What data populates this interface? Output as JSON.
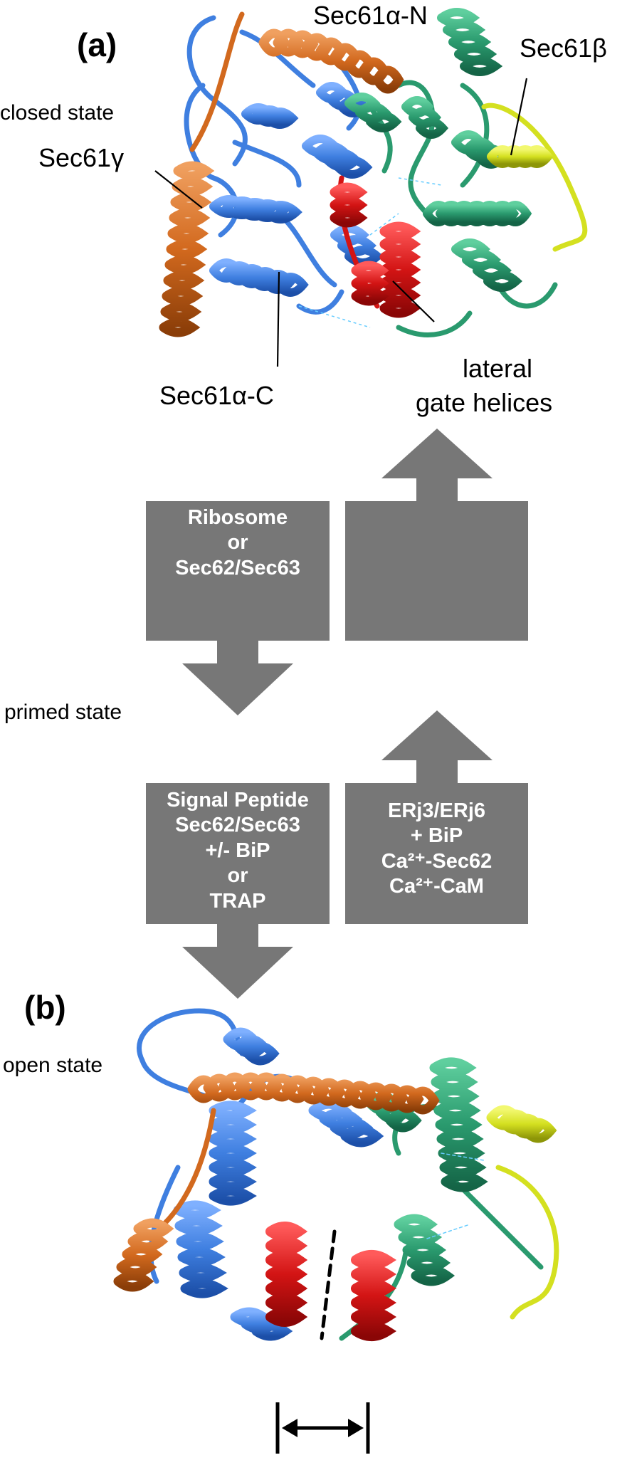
{
  "panel_a": {
    "letter": "(a)",
    "state": "closed state",
    "labels": {
      "sec61_alpha_n": "Sec61α-N",
      "sec61_beta": "Sec61β",
      "sec61_gamma": "Sec61γ",
      "sec61_alpha_c": "Sec61α-C",
      "lateral_line1": "lateral",
      "lateral_line2": "gate helices"
    }
  },
  "primed_state": "primed state",
  "flow": {
    "box1": [
      "Ribosome",
      "or",
      "Sec62/Sec63"
    ],
    "box2": [],
    "box3": [
      "Signal Peptide",
      "Sec62/Sec63",
      "+/- BiP",
      "or",
      "TRAP"
    ],
    "box4": [
      "ERj3/ERj6",
      "+ BiP",
      "Ca²⁺-Sec62",
      "Ca²⁺-CaM"
    ]
  },
  "panel_b": {
    "letter": "(b)",
    "state": "open state"
  },
  "colors": {
    "alpha_c_blue": "#3f7fe0",
    "alpha_n_green": "#2a9a6e",
    "gate_red": "#d31414",
    "gamma_orange": "#d2691e",
    "beta_yellow": "#d4e020",
    "box_gray": "#777777"
  }
}
